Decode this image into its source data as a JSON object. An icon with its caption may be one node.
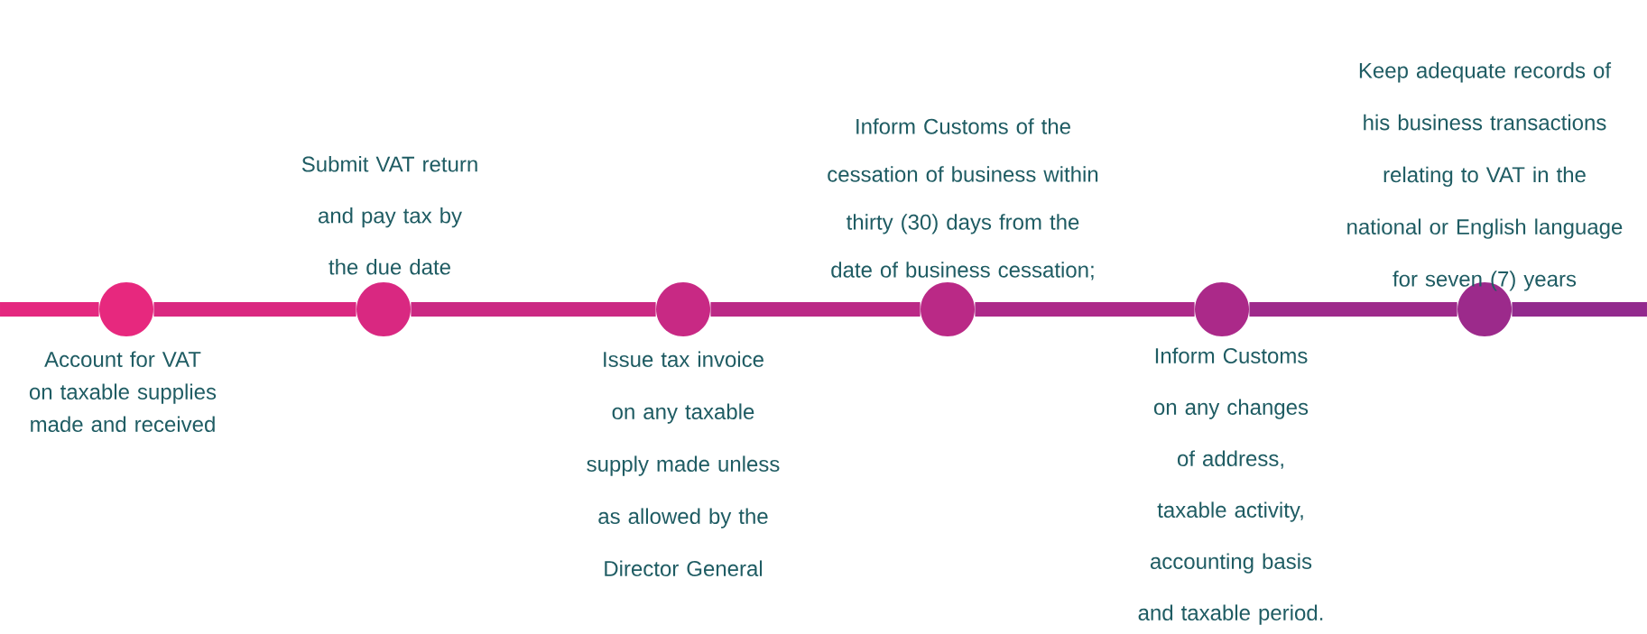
{
  "diagram": {
    "nodes": [
      {
        "text": [],
        "shape": "circle",
        "beside": [
          "Account for VAT on taxable supplies made and received"
        ]
      },
      {
        "text": [],
        "shape": "circle",
        "beside": [
          "Submit VAT return and pay tax by the due date"
        ]
      },
      {
        "text": [],
        "shape": "circle",
        "beside": [
          "Issue tax invoice on any taxable supply made unless as allowed by the Director General"
        ]
      },
      {
        "text": [],
        "shape": "circle",
        "beside": [
          "Inform Customs of the cessation of business within thirty (30) days from the date of business cessation;"
        ]
      },
      {
        "text": [],
        "shape": "circle",
        "beside": [
          "Inform Customs on any changes of address, taxable activity, accounting basis and taxable period."
        ]
      },
      {
        "text": [],
        "shape": "circle",
        "beside": [
          "Keep adequate records of his business transactions relating to VAT in the national or English language for seven (7) years"
        ]
      }
    ],
    "edges": [
      {
        "from": null,
        "to": 0,
        "arrow": "none"
      },
      {
        "from": 0,
        "to": 1,
        "arrow": "none"
      },
      {
        "from": 1,
        "to": 2,
        "arrow": "none"
      },
      {
        "from": 2,
        "to": 3,
        "arrow": "none"
      },
      {
        "from": 3,
        "to": 4,
        "arrow": "none"
      },
      {
        "from": 4,
        "to": 5,
        "arrow": "none"
      },
      {
        "from": 5,
        "to": null,
        "arrow": "none"
      }
    ]
  }
}
